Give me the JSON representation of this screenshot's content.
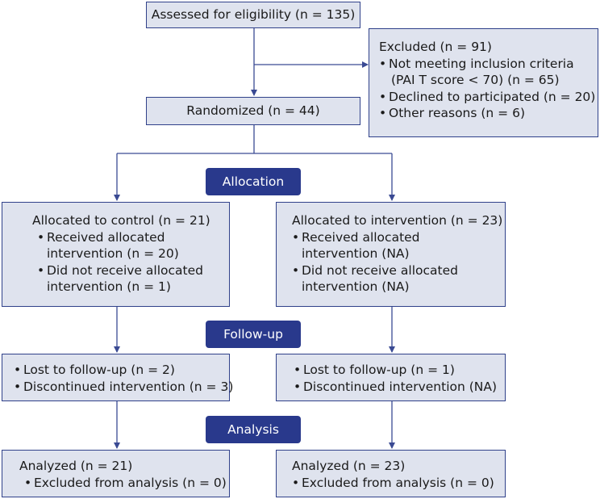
{
  "eligibility": {
    "label": "Assessed for eligibility (n = 135)"
  },
  "excluded": {
    "title": "Excluded (n = 91)",
    "items": [
      {
        "line1": "Not meeting inclusion criteria",
        "line2": "(PAI T score < 70) (n = 65)"
      },
      {
        "line1": "Declined to participated (n = 20)"
      },
      {
        "line1": "Other reasons (n = 6)"
      }
    ]
  },
  "randomized": {
    "label": "Randomized (n = 44)"
  },
  "stages": {
    "allocation": "Allocation",
    "followup": "Follow-up",
    "analysis": "Analysis"
  },
  "control": {
    "allocated": {
      "title": "Allocated to control (n = 21)",
      "received": {
        "line1": "Received allocated",
        "line2": "intervention (n = 20)"
      },
      "not_received": {
        "line1": "Did not receive allocated",
        "line2": "intervention (n = 1)"
      }
    },
    "followup": {
      "lost": "Lost to follow-up (n = 2)",
      "discontinued": "Discontinued intervention (n = 3)"
    },
    "analysis": {
      "analyzed": "Analyzed (n = 21)",
      "excluded": "Excluded from analysis (n = 0)"
    }
  },
  "intervention": {
    "allocated": {
      "title": "Allocated to intervention (n = 23)",
      "received": {
        "line1": "Received allocated",
        "line2": "intervention (NA)"
      },
      "not_received": {
        "line1": "Did not receive allocated",
        "line2": "intervention (NA)"
      }
    },
    "followup": {
      "lost": "Lost to follow-up (n = 1)",
      "discontinued": "Discontinued intervention (NA)"
    },
    "analysis": {
      "analyzed": "Analyzed (n = 23)",
      "excluded": "Excluded from analysis (n = 0)"
    }
  },
  "colors": {
    "box_fill": "#dfe3ee",
    "border": "#30418a",
    "banner": "#29398c",
    "connector": "#3a4a93"
  }
}
